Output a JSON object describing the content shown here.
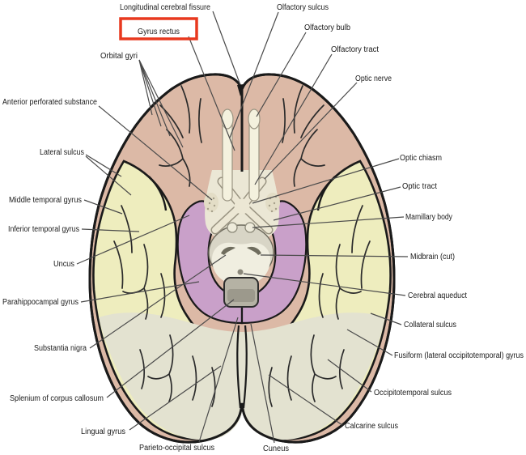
{
  "figure": {
    "highlighted_label": "Gyrus rectus"
  },
  "colors": {
    "background": "#ffffff",
    "frontal_lobe": "#dcb9a6",
    "temporal_lobe": "#eeedbe",
    "occipital_region": "#e3e2d0",
    "midline_cut_surface": "#ebe7d5",
    "olfactory_structures": "#f4f1de",
    "parahippocampal_region": "#c9a0c9",
    "midbrain_base": "#d8d5c6",
    "midbrain_cut": "#f0eee0",
    "splenium": "#b5b2a4",
    "outline": "#1a1a1a",
    "leader_line": "#4a4a4a",
    "highlight_box": "#e8391f",
    "label_text": "#1a1a1a"
  },
  "labels": [
    {
      "id": "longitudinal-cerebral-fissure",
      "text": "Longitudinal cerebral fissure"
    },
    {
      "id": "olfactory-sulcus",
      "text": "Olfactory sulcus"
    },
    {
      "id": "gyrus-rectus",
      "text": "Gyrus rectus"
    },
    {
      "id": "olfactory-bulb",
      "text": "Olfactory bulb"
    },
    {
      "id": "olfactory-tract",
      "text": "Olfactory tract"
    },
    {
      "id": "orbital-gyri",
      "text": "Orbital gyri"
    },
    {
      "id": "optic-nerve",
      "text": "Optic nerve"
    },
    {
      "id": "anterior-perforated-substance",
      "text": "Anterior perforated substance"
    },
    {
      "id": "lateral-sulcus",
      "text": "Lateral sulcus"
    },
    {
      "id": "optic-chiasm",
      "text": "Optic chiasm"
    },
    {
      "id": "middle-temporal-gyrus",
      "text": "Middle temporal gyrus"
    },
    {
      "id": "optic-tract",
      "text": "Optic tract"
    },
    {
      "id": "mamillary-body",
      "text": "Mamillary body"
    },
    {
      "id": "inferior-temporal-gyrus",
      "text": "Inferior temporal gyrus"
    },
    {
      "id": "uncus",
      "text": "Uncus"
    },
    {
      "id": "midbrain-cut",
      "text": "Midbrain (cut)"
    },
    {
      "id": "parahippocampal-gyrus",
      "text": "Parahippocampal gyrus"
    },
    {
      "id": "cerebral-aqueduct",
      "text": "Cerebral aqueduct"
    },
    {
      "id": "collateral-sulcus",
      "text": "Collateral sulcus"
    },
    {
      "id": "substantia-nigra",
      "text": "Substantia nigra"
    },
    {
      "id": "fusiform-gyrus",
      "text": "Fusiform (lateral occipitotemporal) gyrus"
    },
    {
      "id": "splenium-of-corpus-callosum",
      "text": "Splenium of corpus callosum"
    },
    {
      "id": "occipitotemporal-sulcus",
      "text": "Occipitotemporal sulcus"
    },
    {
      "id": "lingual-gyrus",
      "text": "Lingual gyrus"
    },
    {
      "id": "calcarine-sulcus",
      "text": "Calcarine sulcus"
    },
    {
      "id": "parieto-occipital-sulcus",
      "text": "Parieto-occipital sulcus"
    },
    {
      "id": "cuneus",
      "text": "Cuneus"
    }
  ]
}
